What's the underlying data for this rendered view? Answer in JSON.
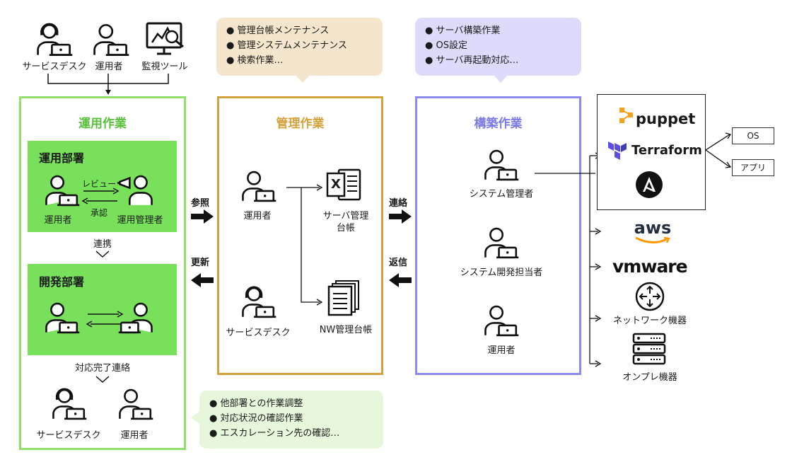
{
  "colors": {
    "green": "#78e05a",
    "green_border": "#8fe06c",
    "green_light": "#e6f7dc",
    "gold": "#d4a23c",
    "gold_light": "#f3e6cc",
    "purple": "#8c8cf0",
    "purple_light": "#dcdcfa"
  },
  "top_actors": [
    "サービスデスク",
    "運用者",
    "監視ツール"
  ],
  "ops": {
    "title": "運用作業",
    "dept1": {
      "title": "運用部署",
      "left": "運用者",
      "right": "運用管理者",
      "review": "レビュー",
      "approve": "承認"
    },
    "link": "連携",
    "dept2": {
      "title": "開発部署"
    },
    "done": "対応完了連絡",
    "bottom_left": "サービスデスク",
    "bottom_right": "運用者"
  },
  "mgmt": {
    "title": "管理作業",
    "bubble": [
      "● 管理台帳メンテナンス",
      "● 管理システムメンテナンス",
      "● 検索作業…"
    ],
    "operator": "運用者",
    "servicedesk": "サービスデスク",
    "server_ledger_1": "サーバ管理",
    "server_ledger_2": "台帳",
    "nw_ledger": "NW管理台帳",
    "excel_mark": "X"
  },
  "build": {
    "title": "構築作業",
    "bubble": [
      "● サーバ構築作業",
      "● OS設定",
      "● サーバ再起動対応…"
    ],
    "people": [
      "システム管理者",
      "システム開発担当者",
      "運用者"
    ]
  },
  "arrows": {
    "ref": "参照",
    "update": "更新",
    "contact": "連絡",
    "reply": "返信"
  },
  "green_bubble": [
    "● 他部署との作業調整",
    "● 対応状況の確認作業",
    "● エスカレーション先の確認…"
  ],
  "tools": {
    "puppet": "puppet",
    "terraform": "Terraform",
    "os": "OS",
    "app": "アプリ"
  },
  "targets": {
    "aws": "aws",
    "vmware": "vmware",
    "network": "ネットワーク機器",
    "onprem": "オンプレ機器"
  }
}
